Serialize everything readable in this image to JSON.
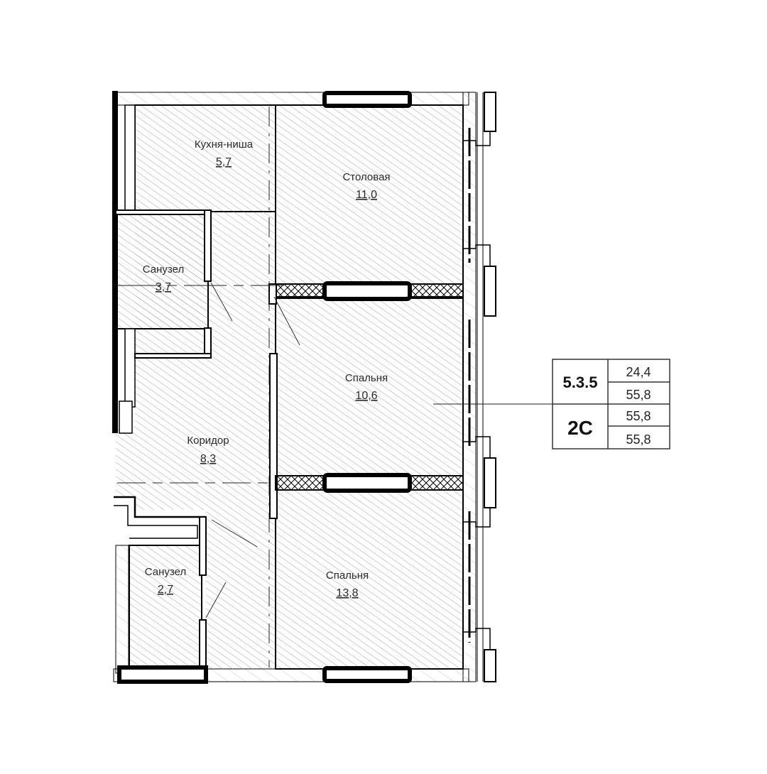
{
  "plan": {
    "rooms": [
      {
        "name": "Кухня-ниша",
        "area": "5,7"
      },
      {
        "name": "Столовая",
        "area": "11,0"
      },
      {
        "name": "Санузел",
        "area": "3,7"
      },
      {
        "name": "Спальня",
        "area": "10,6"
      },
      {
        "name": "Коридор",
        "area": "8,3"
      },
      {
        "name": "Санузел",
        "area": "2,7"
      },
      {
        "name": "Спальня",
        "area": "13,8"
      }
    ],
    "info_table": {
      "apartment_code": "5.3.5",
      "apartment_type": "2С",
      "values": [
        "24,4",
        "55,8",
        "55,8",
        "55,8"
      ]
    },
    "colors": {
      "wall": "#000000",
      "hatch": "#9a9a9a",
      "background": "#ffffff"
    }
  }
}
